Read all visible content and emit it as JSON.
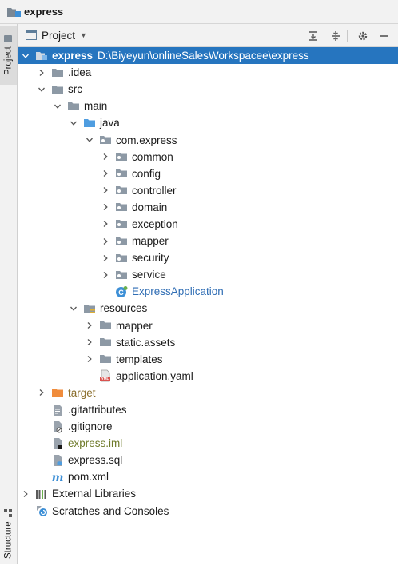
{
  "window": {
    "title": "express"
  },
  "side_tabs": {
    "project": "Project",
    "structure": "Structure"
  },
  "toolbar": {
    "view_label": "Project"
  },
  "tree": [
    {
      "key": "express",
      "label": "express",
      "extra": "D:\\Biyeyun\\onlineSalesWorkspacee\\express",
      "depth": 0,
      "arrow": "down",
      "icon": "module-folder-icon",
      "selected": true
    },
    {
      "key": "idea",
      "label": ".idea",
      "depth": 1,
      "arrow": "right",
      "icon": "folder-icon"
    },
    {
      "key": "src",
      "label": "src",
      "depth": 1,
      "arrow": "down",
      "icon": "folder-icon"
    },
    {
      "key": "main",
      "label": "main",
      "depth": 2,
      "arrow": "down",
      "icon": "folder-icon"
    },
    {
      "key": "java",
      "label": "java",
      "depth": 3,
      "arrow": "down",
      "icon": "source-folder-icon"
    },
    {
      "key": "com-express",
      "label": "com.express",
      "depth": 4,
      "arrow": "down",
      "icon": "package-icon"
    },
    {
      "key": "common",
      "label": "common",
      "depth": 5,
      "arrow": "right",
      "icon": "package-icon"
    },
    {
      "key": "config",
      "label": "config",
      "depth": 5,
      "arrow": "right",
      "icon": "package-icon"
    },
    {
      "key": "controller",
      "label": "controller",
      "depth": 5,
      "arrow": "right",
      "icon": "package-icon"
    },
    {
      "key": "domain",
      "label": "domain",
      "depth": 5,
      "arrow": "right",
      "icon": "package-icon"
    },
    {
      "key": "exception",
      "label": "exception",
      "depth": 5,
      "arrow": "right",
      "icon": "package-icon"
    },
    {
      "key": "mapper",
      "label": "mapper",
      "depth": 5,
      "arrow": "right",
      "icon": "package-icon"
    },
    {
      "key": "security",
      "label": "security",
      "depth": 5,
      "arrow": "right",
      "icon": "package-icon"
    },
    {
      "key": "service",
      "label": "service",
      "depth": 5,
      "arrow": "right",
      "icon": "package-icon"
    },
    {
      "key": "express-application",
      "label": "ExpressApplication",
      "depth": 5,
      "arrow": "none",
      "icon": "spring-class-icon",
      "color": "#2f6db4"
    },
    {
      "key": "resources",
      "label": "resources",
      "depth": 3,
      "arrow": "down",
      "icon": "resources-folder-icon"
    },
    {
      "key": "res-mapper",
      "label": "mapper",
      "depth": 4,
      "arrow": "right",
      "icon": "folder-icon"
    },
    {
      "key": "static-assets",
      "label": "static.assets",
      "depth": 4,
      "arrow": "right",
      "icon": "folder-icon"
    },
    {
      "key": "templates",
      "label": "templates",
      "depth": 4,
      "arrow": "right",
      "icon": "folder-icon"
    },
    {
      "key": "application-yaml",
      "label": "application.yaml",
      "depth": 4,
      "arrow": "none",
      "icon": "yaml-file-icon"
    },
    {
      "key": "target",
      "label": "target",
      "depth": 1,
      "arrow": "right",
      "icon": "excluded-folder-icon",
      "color": "#8a6d2a"
    },
    {
      "key": "gitattributes",
      "label": ".gitattributes",
      "depth": 1,
      "arrow": "none",
      "icon": "text-file-icon"
    },
    {
      "key": "gitignore",
      "label": ".gitignore",
      "depth": 1,
      "arrow": "none",
      "icon": "ignore-file-icon"
    },
    {
      "key": "express-iml",
      "label": "express.iml",
      "depth": 1,
      "arrow": "none",
      "icon": "iml-file-icon",
      "color": "#6f7a2a"
    },
    {
      "key": "express-sql",
      "label": "express.sql",
      "depth": 1,
      "arrow": "none",
      "icon": "sql-file-icon"
    },
    {
      "key": "pom-xml",
      "label": "pom.xml",
      "depth": 1,
      "arrow": "none",
      "icon": "maven-icon"
    },
    {
      "key": "external-libraries",
      "label": "External Libraries",
      "depth": 0,
      "arrow": "right",
      "icon": "libraries-icon"
    },
    {
      "key": "scratches",
      "label": "Scratches and Consoles",
      "depth": 0,
      "arrow": "none",
      "icon": "scratches-icon"
    }
  ]
}
